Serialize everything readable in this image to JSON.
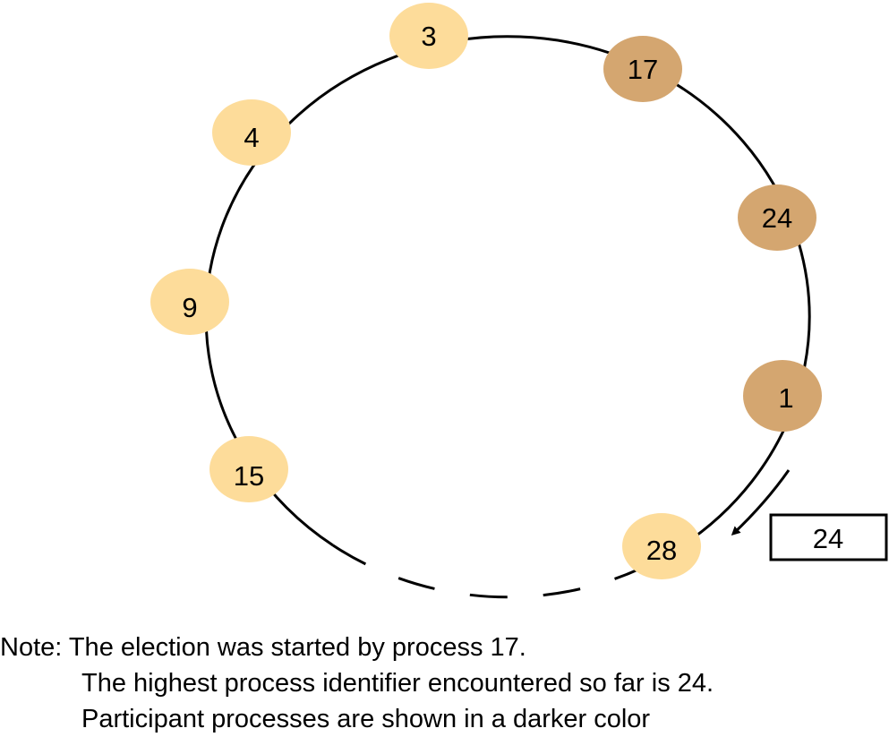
{
  "ring": {
    "nodes": [
      {
        "id": "3",
        "participant": false
      },
      {
        "id": "17",
        "participant": true
      },
      {
        "id": "24",
        "participant": true
      },
      {
        "id": "1",
        "participant": true
      },
      {
        "id": "28",
        "participant": false
      },
      {
        "id": "15",
        "participant": false
      },
      {
        "id": "9",
        "participant": false
      },
      {
        "id": "4",
        "participant": false
      }
    ],
    "colors": {
      "participant": "#D4A670",
      "non_participant": "#FDDC9A",
      "line": "#000000"
    }
  },
  "message": {
    "value": "24"
  },
  "note": {
    "line1": "Note: The election was started by process 17.",
    "line2": "The highest process identifier encountered so far is 24.",
    "line3": "Participant processes are shown in a darker color"
  }
}
